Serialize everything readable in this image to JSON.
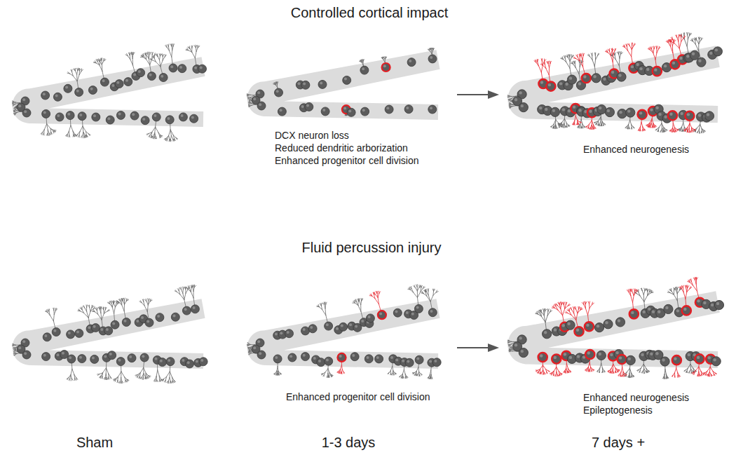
{
  "diagram": {
    "labels": [
      "Controlled cortical impact",
      "DCX neuron loss",
      "Reduced dendritic arborization",
      "Enhanced progenitor cell division",
      "Enhanced neurogenesis",
      "Fluid percussion injury",
      "Enhanced progenitor cell division",
      "Enhanced neurogenesis",
      "Epileptogenesis",
      "Sham",
      "1-3 days",
      "7 days +"
    ]
  }
}
